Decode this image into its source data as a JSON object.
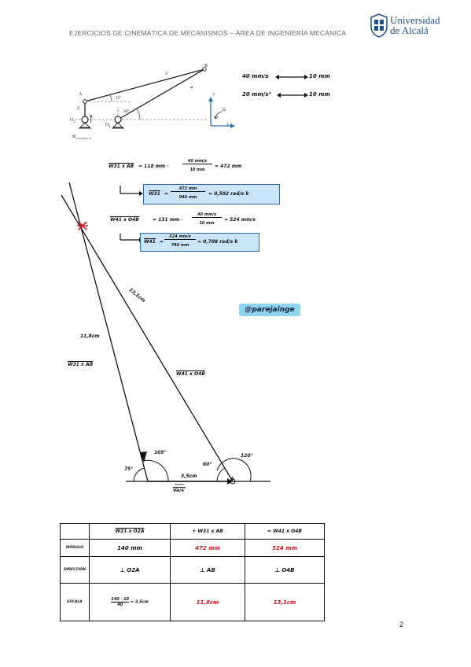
{
  "header": {
    "title": "EJERCICIOS DE CINEMÁTICA DE MECANISMOS – ÁREA DE INGENIERÍA MECÁNICA",
    "logo_line1": "Universidad",
    "logo_line2": "de Alcalá"
  },
  "mechanism": {
    "point_a": "A",
    "point_b": "B",
    "link2": "2",
    "link3": "3",
    "link4": "4",
    "angle15": "15°",
    "angle30": "30°",
    "o2": "O",
    "o2_sub": "2",
    "o4": "O",
    "o4_sub": "4",
    "m_label": "M",
    "m_sub": "exterior(t)= 67",
    "axis_y": "Y",
    "axis_x": "X",
    "axis_w": "Ω"
  },
  "scale": {
    "vel_left": "40 mm/s",
    "vel_right": "10 mm",
    "acc_left": "20 mm/s²",
    "acc_right": "10 mm"
  },
  "equations": {
    "eq1_left": "W31 x AB",
    "eq1_mid": "= 118 mm ·",
    "eq1_frac_num": "40 mm/s",
    "eq1_frac_den": "10 mm",
    "eq1_res": "= 472 mm",
    "box1_lhs": "W31",
    "box1_num": "472 mm",
    "box1_den": "940 mm",
    "box1_res": "= 0,502 rad/s  k",
    "eq2_left": "W41 x O4B",
    "eq2_mid": "= 131 mm ·",
    "eq2_frac_num": "40 mm/s",
    "eq2_frac_den": "10 mm",
    "eq2_res": "= 524 mm/s",
    "box2_lhs": "W41",
    "box2_num": "524 mm/s",
    "box2_den": "740 mm",
    "box2_res": "= 0,708 rad/s  k"
  },
  "polygon": {
    "len_ab": "11,8cm",
    "len_o4b": "13,1cm",
    "vec_ab": "W31 x AB",
    "vec_o4b": "W41 x O4B",
    "a105": "105°",
    "a75": "75°",
    "a60": "60°",
    "a120": "120°",
    "base": "3,5cm",
    "va": "Va/s'",
    "pt_b": "b"
  },
  "tag": "@parejainge",
  "table": {
    "headers": [
      "",
      "W21 x O2A",
      "+ W31 x AB",
      "= W41 x O4B"
    ],
    "rows": [
      {
        "label": "MÓDULO",
        "c1": "140 mm",
        "c2": "472 mm",
        "c3": "524 mm"
      },
      {
        "label": "DIRECCIÓN",
        "c1": "⊥ O2A",
        "c2": "⊥ AB",
        "c3": "⊥ O4B"
      },
      {
        "label": "ESCALA",
        "c1_num": "140 · 10",
        "c1_den": "40",
        "c1_res": "= 3,5cm",
        "c2": "11,8cm",
        "c3": "13,1cm"
      }
    ]
  },
  "page_number": "2"
}
